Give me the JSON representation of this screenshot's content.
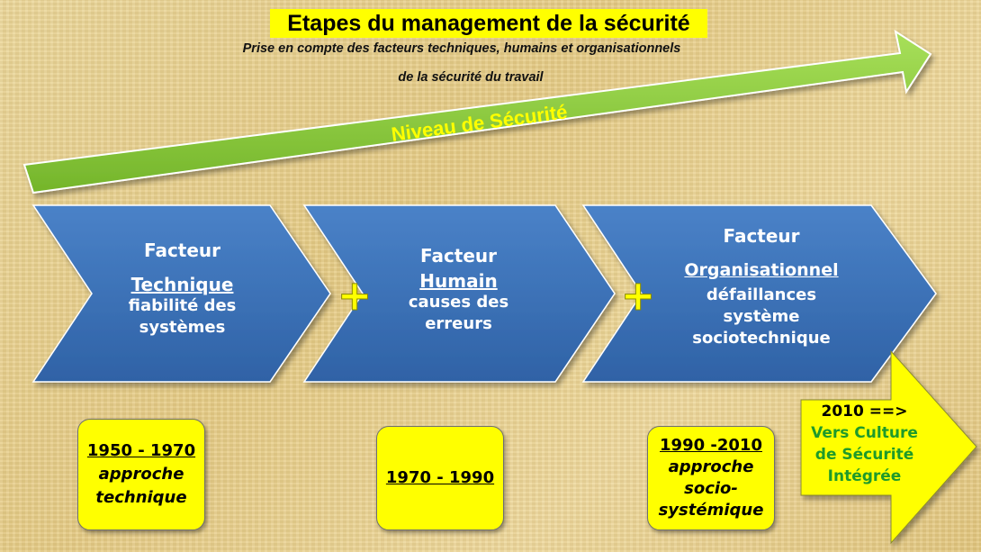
{
  "title": "Etapes du management de la sécurité",
  "subtitle_line1": "Prise en compte des facteurs techniques, humains et organisationnels",
  "subtitle_line2": "de la sécurité du travail",
  "banner_label": "Niveau de Sécurité",
  "plus_symbol": "+",
  "chevrons": [
    {
      "line1": "Facteur",
      "line2": "Technique",
      "desc1": "fiabilité des",
      "desc2": "systèmes"
    },
    {
      "line1": "Facteur",
      "line2": "Humain",
      "desc1": "causes des",
      "desc2": "erreurs"
    },
    {
      "line1": "Facteur",
      "line2": "Organisationnel",
      "desc1": "défaillances",
      "desc2": "système",
      "desc3": "sociotechnique"
    }
  ],
  "periods": [
    {
      "years": "1950 - 1970",
      "line1": "approche",
      "line2": "technique"
    },
    {
      "years": "1970 - 1990"
    },
    {
      "years": "1990 -2010",
      "line1": "approche",
      "line2": "socio-",
      "line3": "systémique"
    }
  ],
  "future": {
    "line1": "2010 ==>",
    "line2": "Vers Culture",
    "line3": "de Sécurité",
    "line4": "Intégrée"
  },
  "colors": {
    "chevron_blue": "#3a6fb5",
    "banner_green": "#8ece3a",
    "yellow": "#ffff00",
    "future_text_green": "#1e9a2a"
  }
}
